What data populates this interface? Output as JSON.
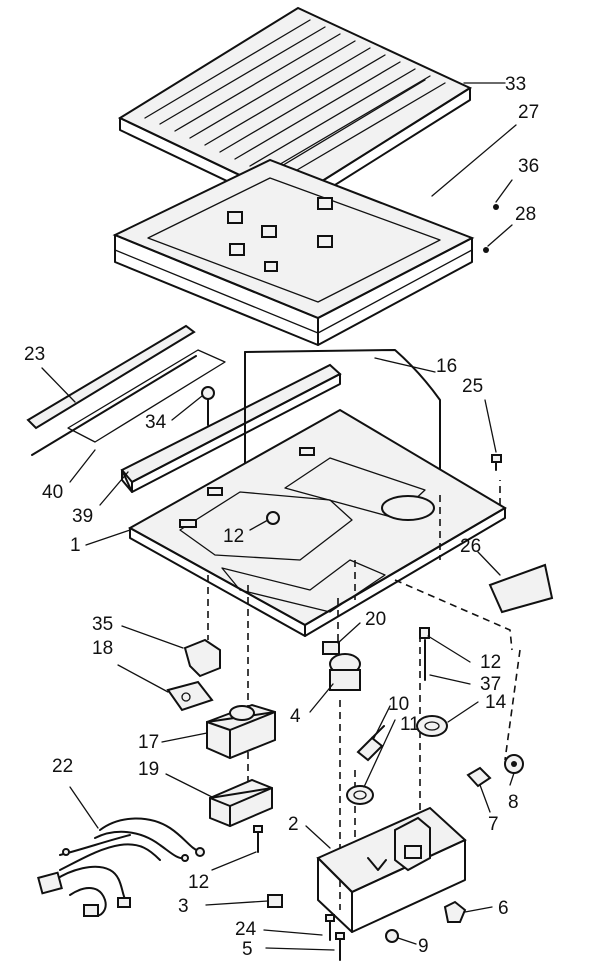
{
  "callouts": {
    "c33": "33",
    "c27": "27",
    "c36": "36",
    "c28": "28",
    "c23": "23",
    "c16": "16",
    "c25": "25",
    "c34": "34",
    "c40": "40",
    "c39": "39",
    "c1": "1",
    "c12a": "12",
    "c26": "26",
    "c35": "35",
    "c20": "20",
    "c12b": "12",
    "c18": "18",
    "c37": "37",
    "c4": "4",
    "c10": "10",
    "c14": "14",
    "c17": "17",
    "c11": "11",
    "c22": "22",
    "c19": "19",
    "c8": "8",
    "c7": "7",
    "c2": "2",
    "c12c": "12",
    "c3": "3",
    "c6": "6",
    "c24": "24",
    "c5": "5",
    "c9": "9"
  }
}
